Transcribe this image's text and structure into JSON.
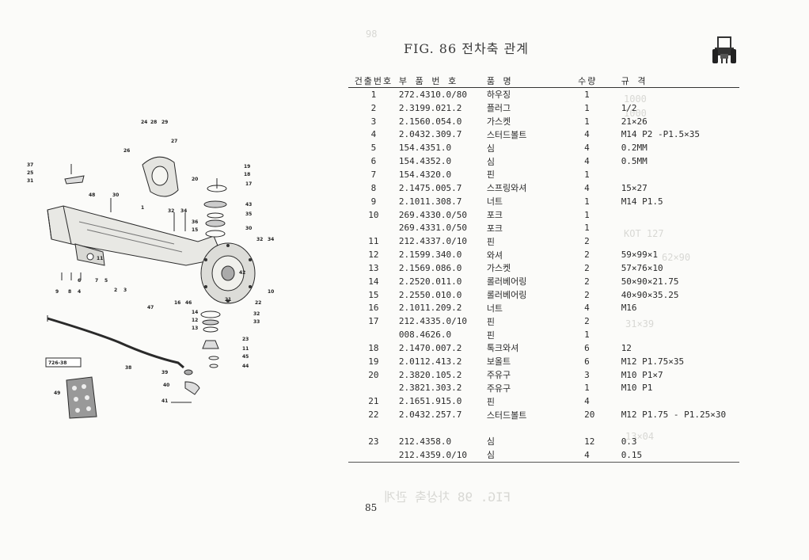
{
  "page": {
    "title": "FIG. 86 전차축 관계",
    "page_number": "85",
    "diagram_code": "726-38"
  },
  "table": {
    "headers": [
      "건출번호",
      "부 품 번 호",
      "품 명",
      "수량",
      "규 격"
    ],
    "rows": [
      {
        "no": "1",
        "part_no": "272.4310.0/80",
        "name": "하우징",
        "qty": "1",
        "spec": ""
      },
      {
        "no": "2",
        "part_no": "2.3199.021.2",
        "name": "플러그",
        "qty": "1",
        "spec": "1/2"
      },
      {
        "no": "3",
        "part_no": "2.1560.054.0",
        "name": "가스켓",
        "qty": "1",
        "spec": "21×26"
      },
      {
        "no": "4",
        "part_no": "2.0432.309.7",
        "name": "스터드볼트",
        "qty": "4",
        "spec": "M14  P2 -P1.5×35"
      },
      {
        "no": "5",
        "part_no": "154.4351.0",
        "name": "심",
        "qty": "4",
        "spec": "0.2MM"
      },
      {
        "no": "6",
        "part_no": "154.4352.0",
        "name": "심",
        "qty": "4",
        "spec": "0.5MM"
      },
      {
        "no": "7",
        "part_no": "154.4320.0",
        "name": "핀",
        "qty": "1",
        "spec": ""
      },
      {
        "no": "8",
        "part_no": "2.1475.005.7",
        "name": "스프링와셔",
        "qty": "4",
        "spec": "15×27"
      },
      {
        "no": "9",
        "part_no": "2.1011.308.7",
        "name": "너트",
        "qty": "1",
        "spec": "M14  P1.5"
      },
      {
        "no": "10",
        "part_no": "269.4330.0/50",
        "name": "포크",
        "qty": "1",
        "spec": ""
      },
      {
        "no": "",
        "part_no": "269.4331.0/50",
        "name": "포크",
        "qty": "1",
        "spec": ""
      },
      {
        "no": "11",
        "part_no": "212.4337.0/10",
        "name": "핀",
        "qty": "2",
        "spec": ""
      },
      {
        "no": "12",
        "part_no": "2.1599.340.0",
        "name": "와셔",
        "qty": "2",
        "spec": "59×99×1"
      },
      {
        "no": "13",
        "part_no": "2.1569.086.0",
        "name": "가스켓",
        "qty": "2",
        "spec": "57×76×10"
      },
      {
        "no": "14",
        "part_no": "2.2520.011.0",
        "name": "롤러베어링",
        "qty": "2",
        "spec": "50×90×21.75"
      },
      {
        "no": "15",
        "part_no": "2.2550.010.0",
        "name": "롤러베어링",
        "qty": "2",
        "spec": "40×90×35.25"
      },
      {
        "no": "16",
        "part_no": "2.1011.209.2",
        "name": "너트",
        "qty": "4",
        "spec": "M16"
      },
      {
        "no": "17",
        "part_no": "212.4335.0/10",
        "name": "핀",
        "qty": "2",
        "spec": ""
      },
      {
        "no": "",
        "part_no": "008.4626.0",
        "name": "핀",
        "qty": "1",
        "spec": ""
      },
      {
        "no": "18",
        "part_no": "2.1470.007.2",
        "name": "톡크와셔",
        "qty": "6",
        "spec": "12"
      },
      {
        "no": "19",
        "part_no": "2.0112.413.2",
        "name": "보올트",
        "qty": "6",
        "spec": "M12  P1.75×35"
      },
      {
        "no": "20",
        "part_no": "2.3820.105.2",
        "name": "주유구",
        "qty": "3",
        "spec": "M10  P1×7"
      },
      {
        "no": "",
        "part_no": "2.3821.303.2",
        "name": "주유구",
        "qty": "1",
        "spec": "M10  P1"
      },
      {
        "no": "21",
        "part_no": "2.1651.915.0",
        "name": "핀",
        "qty": "4",
        "spec": ""
      },
      {
        "no": "22",
        "part_no": "2.0432.257.7",
        "name": "스터드볼트",
        "qty": "20",
        "spec": "M12  P1.75 - P1.25×30"
      },
      {
        "no": "",
        "part_no": "",
        "name": "",
        "qty": "",
        "spec": ""
      },
      {
        "no": "23",
        "part_no": "212.4358.0",
        "name": "심",
        "qty": "12",
        "spec": "0.3"
      },
      {
        "no": "",
        "part_no": "212.4359.0/10",
        "name": "심",
        "qty": "4",
        "spec": "0.15"
      }
    ]
  },
  "diagram_labels": [
    "1",
    "2",
    "3",
    "4",
    "5",
    "6",
    "7",
    "8",
    "9",
    "10",
    "11",
    "12",
    "13",
    "14",
    "15",
    "16",
    "17",
    "18",
    "19",
    "20",
    "21",
    "22",
    "23",
    "24",
    "25",
    "26",
    "27",
    "28",
    "29",
    "30",
    "31",
    "32",
    "33",
    "34",
    "35",
    "36",
    "37",
    "38",
    "39",
    "40",
    "41",
    "42",
    "43",
    "44",
    "45",
    "46",
    "47",
    "48",
    "49"
  ]
}
